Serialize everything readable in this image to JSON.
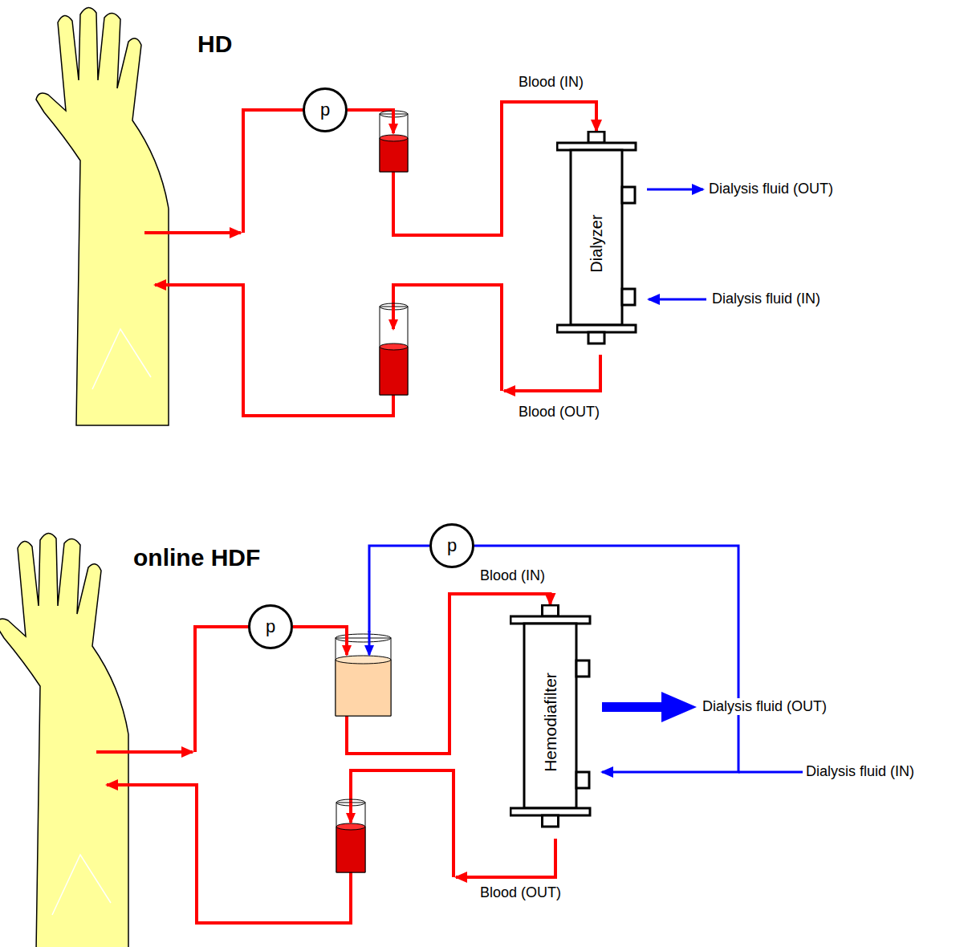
{
  "diagram": {
    "nodes": [
      {
        "text": [
          "p"
        ]
      },
      {
        "text": [
          "Dialyzer"
        ]
      },
      {
        "text": [
          "p"
        ]
      },
      {
        "text": [
          "p"
        ]
      },
      {
        "text": [
          "Hemodiafilter"
        ]
      }
    ],
    "edges": [
      {
        "from": 0,
        "to": 1,
        "arrow": "to"
      },
      {
        "from": 3,
        "to": 4,
        "arrow": "to"
      },
      {
        "from": 2,
        "to": 4,
        "arrow": "to"
      }
    ],
    "labels": [
      "HD",
      "Blood (IN)",
      "Dialysis fluid (OUT)",
      "Dialysis fluid (IN)",
      "Blood (OUT)",
      "online HDF",
      "Blood (IN)",
      "Dialysis fluid (OUT)",
      "Dialysis fluid (IN)",
      "Blood (OUT)"
    ]
  }
}
